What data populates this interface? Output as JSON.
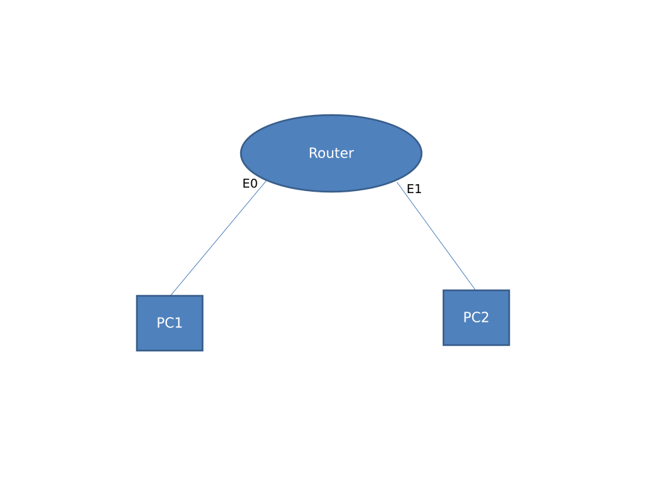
{
  "diagram": {
    "nodes": {
      "router": {
        "label": "Router",
        "shape": "ellipse"
      },
      "pc1": {
        "label": "PC1",
        "shape": "rectangle"
      },
      "pc2": {
        "label": "PC2",
        "shape": "rectangle"
      }
    },
    "links": [
      {
        "from": "router",
        "to": "pc1",
        "port": "E0"
      },
      {
        "from": "router",
        "to": "pc2",
        "port": "E1"
      }
    ],
    "colors": {
      "node_fill": "#4f81bd",
      "node_border": "#385d8a",
      "link": "#4f81bd",
      "node_text": "#ffffff",
      "port_text": "#000000"
    }
  }
}
